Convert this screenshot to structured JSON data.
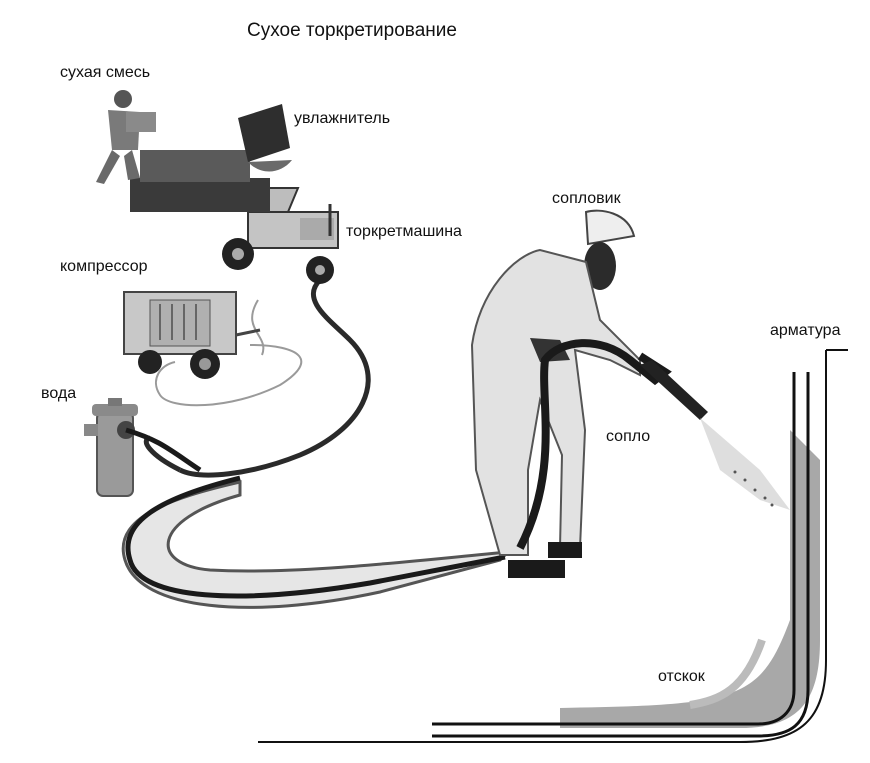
{
  "title": "Сухое торкретирование",
  "labels": {
    "dry_mix": "сухая смесь",
    "humidifier": "увлажнитель",
    "shotcrete_machine": "торкретмашина",
    "compressor": "компрессор",
    "water": "вода",
    "nozzleman": "сопловик",
    "nozzle": "сопло",
    "reinforcement": "арматура",
    "rebound": "отскок"
  },
  "colors": {
    "ink": "#111111",
    "grey": "#9a9a9a",
    "light_grey": "#cfcfcf",
    "hose_fill": "#e8e8e8"
  }
}
